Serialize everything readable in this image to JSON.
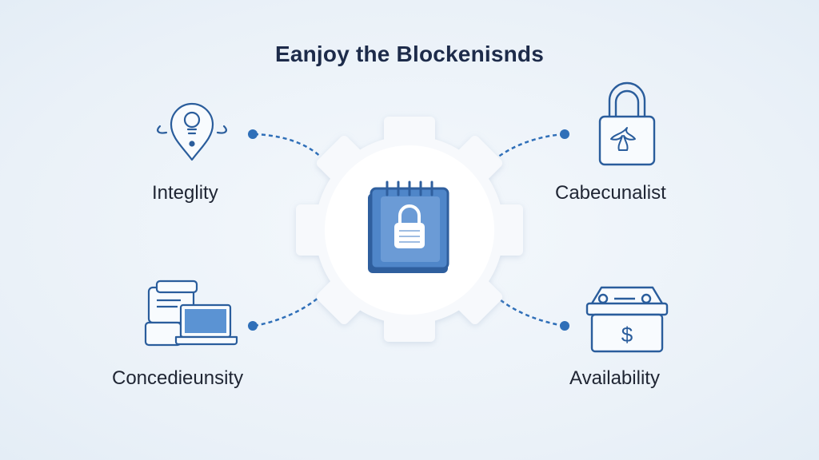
{
  "title": "Eanjoy the Blockenisnds",
  "nodes": {
    "top_left": {
      "label": "Integlity",
      "icon": "location-pin-bulb-icon"
    },
    "top_right": {
      "label": "Cabecunalist",
      "icon": "padlock-icon"
    },
    "bottom_left": {
      "label": "Concedieunsity",
      "icon": "laptop-documents-icon"
    },
    "bottom_right": {
      "label": "Availability",
      "icon": "dollar-box-icon"
    }
  },
  "center": {
    "icon": "locked-notebook-icon"
  },
  "colors": {
    "accent": "#2f6fb8",
    "icon_stroke": "#2a5d9c",
    "gear": "#ffffff",
    "text": "#1f2533",
    "title": "#1d2b4a"
  }
}
